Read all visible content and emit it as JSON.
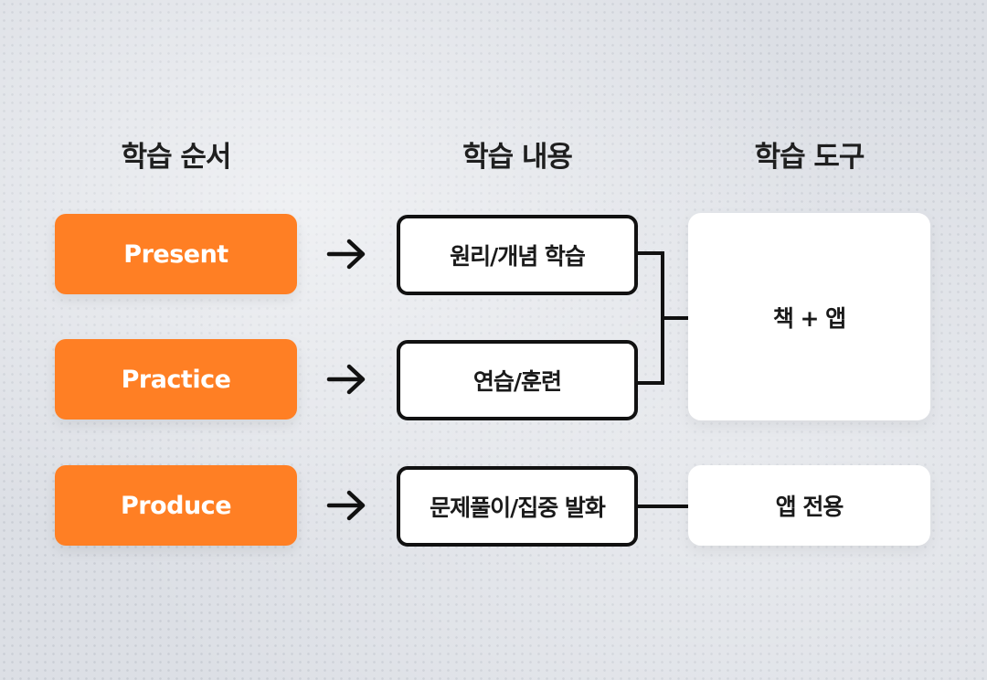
{
  "headers": {
    "order": "학습 순서",
    "content": "학습 내용",
    "tools": "학습 도구"
  },
  "stages": [
    {
      "label": "Present"
    },
    {
      "label": "Practice"
    },
    {
      "label": "Produce"
    }
  ],
  "contents": [
    {
      "label": "원리/개념 학습"
    },
    {
      "label": "연습/훈련"
    },
    {
      "label": "문제풀이/집중 발화"
    }
  ],
  "tools": [
    {
      "label": "책 + 앱"
    },
    {
      "label": "앱 전용"
    }
  ],
  "colors": {
    "accent": "#ff7f24",
    "line": "#111111",
    "text": "#1f1f1f"
  },
  "icons": {
    "arrow": "arrow-right-icon"
  }
}
